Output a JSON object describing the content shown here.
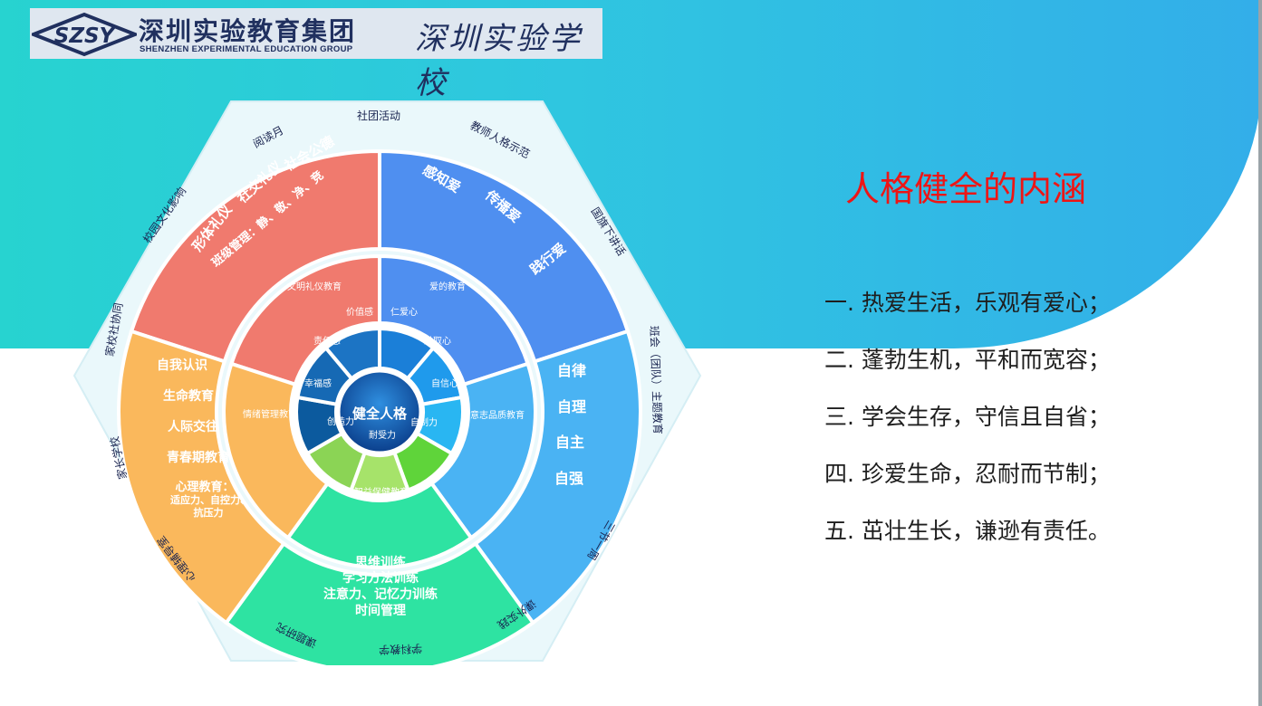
{
  "header": {
    "logo_text": "SZSY",
    "group_name_cn": "深圳实验教育集团",
    "group_name_en": "SHENZHEN EXPERIMENTAL EDUCATION GROUP",
    "school_name": "深圳实验学校"
  },
  "diagram": {
    "center": "健全人格",
    "core": [
      "仁爱心",
      "进取心",
      "自信心",
      "自制力",
      "耐受力",
      "创造力",
      "幸福感",
      "责任感",
      "价值感"
    ],
    "middle": [
      "文明礼仪教育",
      "爱的教育",
      "意志品质教育",
      "智益保健教育",
      "情绪管理教育"
    ],
    "outer": {
      "etiquette": [
        "形体礼仪",
        "社交礼仪",
        "社会公德",
        "班级管理：静、敬、净、竞"
      ],
      "love": [
        "感知爱",
        "传播爱",
        "践行爱"
      ],
      "will": [
        "自律",
        "自理",
        "自主",
        "自强"
      ],
      "mind": [
        "思维训练",
        "学习方法训练",
        "注意力、记忆力训练",
        "时间管理"
      ],
      "emotion": [
        "自我认识",
        "生命教育",
        "人际交往",
        "青春期教育",
        "心理教育：",
        "适应力、自控力、",
        "抗压力"
      ]
    },
    "ring": [
      "社团活动",
      "教师人格示范",
      "国旗下讲话",
      "班会（团队）主题教育",
      "三节一周",
      "课外实践",
      "学科教学",
      "课题研究",
      "心理辅导室",
      "家长学校",
      "家校社协同",
      "校园文化影响",
      "阅读月"
    ]
  },
  "content": {
    "title": "人格健全的内涵",
    "points": [
      "一. 热爱生活，乐观有爱心；",
      "二. 蓬勃生机，平和而宽容；",
      "三. 学会生存，守信且自省；",
      "四. 珍爱生命，忍耐而节制；",
      "五. 茁壮生长，谦逊有责任。"
    ]
  },
  "colors": {
    "band_start": "#27d3d0",
    "band_end": "#33aee9",
    "title_red": "#ee1515",
    "etiquette": "#f07a6e",
    "love": "#4f8ff0",
    "will": "#4ab3f3",
    "mind": "#2ee3a2",
    "emotion": "#fab85c"
  }
}
